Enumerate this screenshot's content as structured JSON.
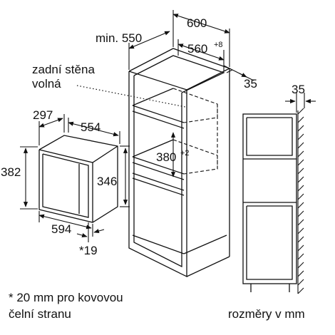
{
  "colors": {
    "line": "#111111",
    "background": "#ffffff"
  },
  "labels": {
    "rear_wall_line1": "zadní stěna",
    "rear_wall_line2": "volná"
  },
  "cabinet": {
    "width": "600",
    "min_depth": "min. 550",
    "inner_width": "560",
    "inner_width_tol": "+8",
    "rear_gap": "35",
    "niche_height": "380",
    "niche_height_tol": "+2"
  },
  "appliance": {
    "depth": "297",
    "width_top": "554",
    "height_outer": "382",
    "height_inner": "346",
    "width_bottom": "594",
    "front_note": "*19"
  },
  "side_view": {
    "gap": "35"
  },
  "footnote": {
    "line1": "* 20 mm pro kovovou",
    "line2": "čelní stranu"
  },
  "units_note": "rozměry v mm"
}
